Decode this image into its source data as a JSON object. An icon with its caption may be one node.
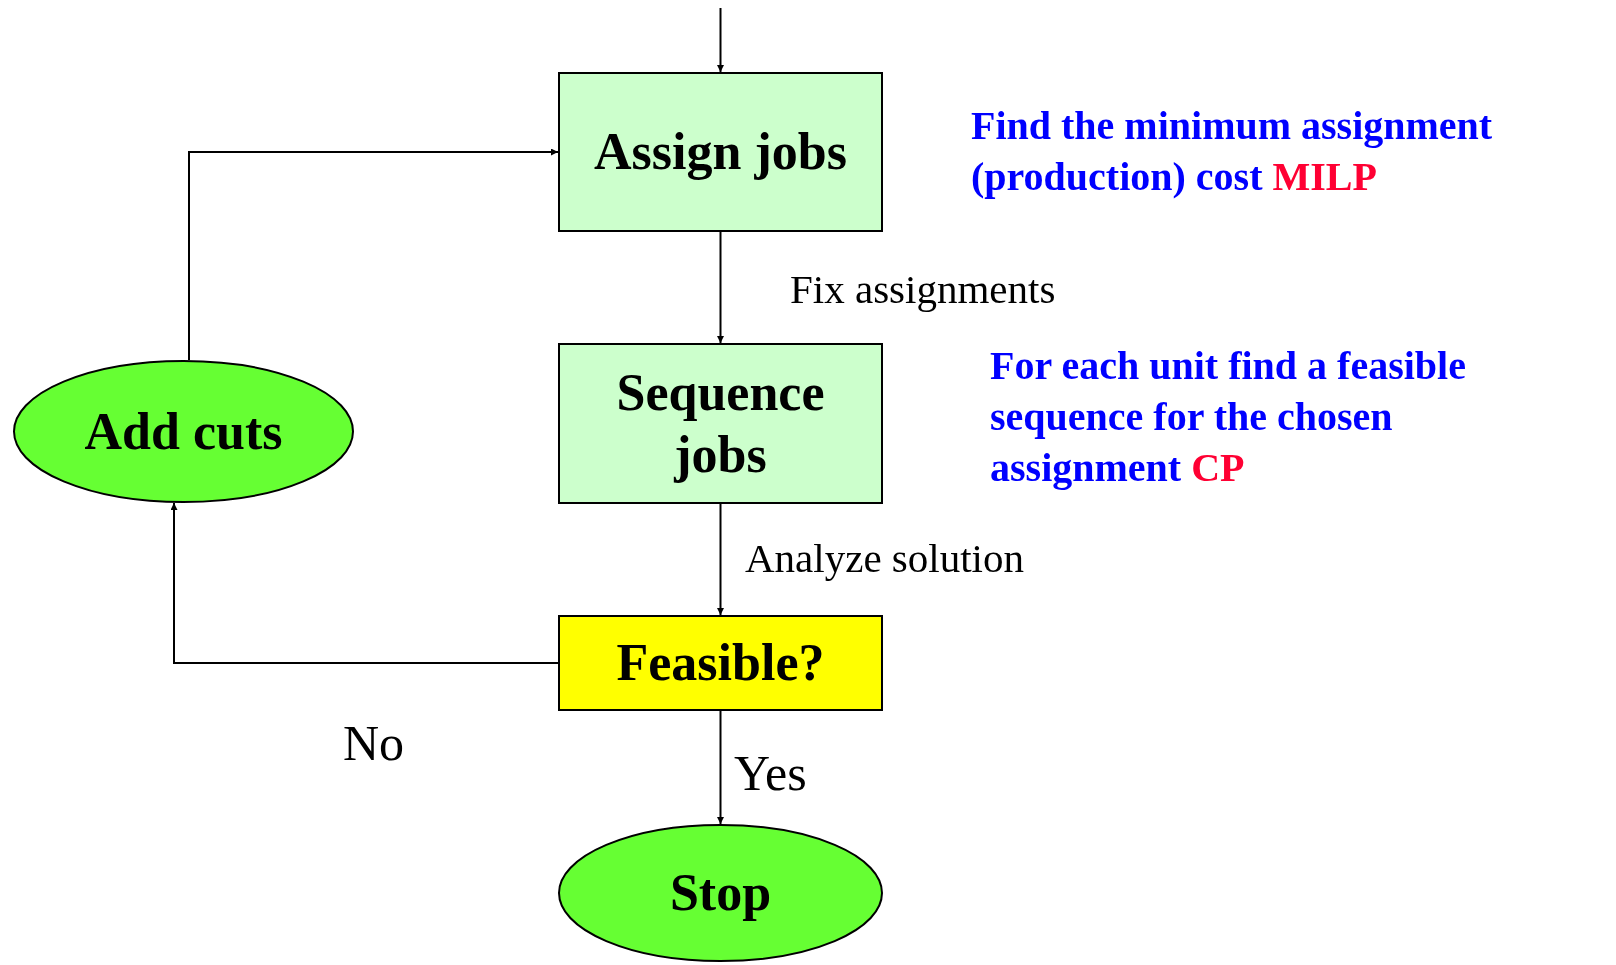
{
  "diagram": {
    "nodes": [
      {
        "text": [
          "Assign jobs"
        ]
      },
      {
        "text": [
          "Sequence jobs"
        ]
      },
      {
        "text": [
          "Feasible?"
        ]
      },
      {
        "text": [
          "Stop"
        ]
      },
      {
        "text": [
          "Add cuts"
        ]
      }
    ],
    "edges": [
      {
        "from": null,
        "to": 0,
        "arrow": "to"
      },
      {
        "from": 0,
        "to": 1,
        "arrow": "to",
        "label": "Fix assignments"
      },
      {
        "from": 1,
        "to": 2,
        "arrow": "to",
        "label": "Analyze solution"
      },
      {
        "from": 2,
        "to": 3,
        "arrow": "to",
        "label": "Yes"
      },
      {
        "from": 2,
        "to": 4,
        "arrow": "to",
        "label": "No"
      },
      {
        "from": 4,
        "to": 0,
        "arrow": "to"
      }
    ],
    "labels": [
      "Find the minimum assignment (production) cost",
      "MILP",
      "For each unit find a feasible sequence for the chosen assignment",
      "CP"
    ]
  }
}
